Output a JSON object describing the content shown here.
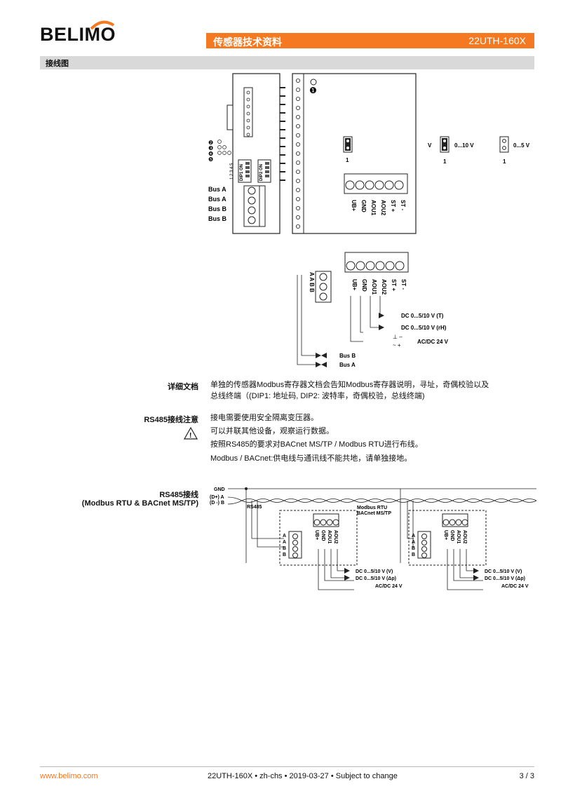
{
  "header": {
    "logo": "BELIMO",
    "doc_type": "传感器技术资料",
    "product": "22UTH-160X"
  },
  "section": {
    "title": "接线图"
  },
  "diagram1": {
    "bus_labels": [
      "Bus A",
      "Bus A",
      "Bus B",
      "Bus B"
    ],
    "dip1": "DIP1 ON",
    "dip2": "DIP2 ON",
    "dip_numbers": "1 2 3 4 5",
    "callouts": [
      "❶",
      "❷",
      "❸",
      "❹",
      "❺"
    ],
    "jumper_label": "1",
    "terminals": [
      "UB+",
      "GND",
      "AOU1",
      "AOU2",
      "ST +",
      "ST -"
    ],
    "jumper_v": "V",
    "jumper_010": "0...10 V",
    "jumper_05": "0...5 V",
    "jumper_num1": "1",
    "jumper_num2": "1"
  },
  "diagram2": {
    "bus_terms": "A A B B",
    "terminals": [
      "UB+",
      "GND",
      "AOU1",
      "AOU2",
      "ST +",
      "ST -"
    ],
    "out_t": "DC 0...5/10 V (T)",
    "out_rh": "DC 0...5/10 V (rH)",
    "supply": "AC/DC 24 V",
    "bus_b": "Bus B",
    "bus_a": "Bus A"
  },
  "detail_doc": {
    "label": "详细文档",
    "line1": "单独的传感器Modbus寄存器文档会告知Modbus寄存器说明，寻址，奇偶校验以及",
    "line2": "总线终端（(DIP1: 地址码, DIP2: 波特率，奇偶校验，总线终端)"
  },
  "rs485_notes": {
    "label": "RS485接线注意",
    "lines": [
      "接电需要使用安全隔离变压器。",
      "可以并联其他设备，观察运行数据。",
      "按照RS485的要求对BACnet MS/TP / Modbus RTU进行布线。",
      "Modbus / BACnet:供电线与通讯线不能共地，请单独接地。"
    ]
  },
  "rs485_wiring": {
    "label1": "RS485接线",
    "label2": "(Modbus RTU & BACnet MS/TP)",
    "gnd": "GND",
    "dplus": "(D+) A",
    "dminus": "(D -) B",
    "rs485": "RS485",
    "modbus1": "Modbus RTU",
    "modbus2": "BACnet MS/TP",
    "terms": [
      "A",
      "A",
      "B",
      "B"
    ],
    "terminals": [
      "UB+",
      "GND",
      "AOU1",
      "AOU2"
    ],
    "out_v": "DC 0...5/10 V  (V)",
    "out_dp": "DC 0...5/10 V  (Δp)",
    "supply": "AC/DC 24 V"
  },
  "footer": {
    "website": "www.belimo.com",
    "center": "22UTH-160X • zh-chs • 2019-03-27 • Subject to change",
    "page": "3 / 3"
  },
  "colors": {
    "accent": "#f47920",
    "section_bg": "#d9d9d9"
  }
}
